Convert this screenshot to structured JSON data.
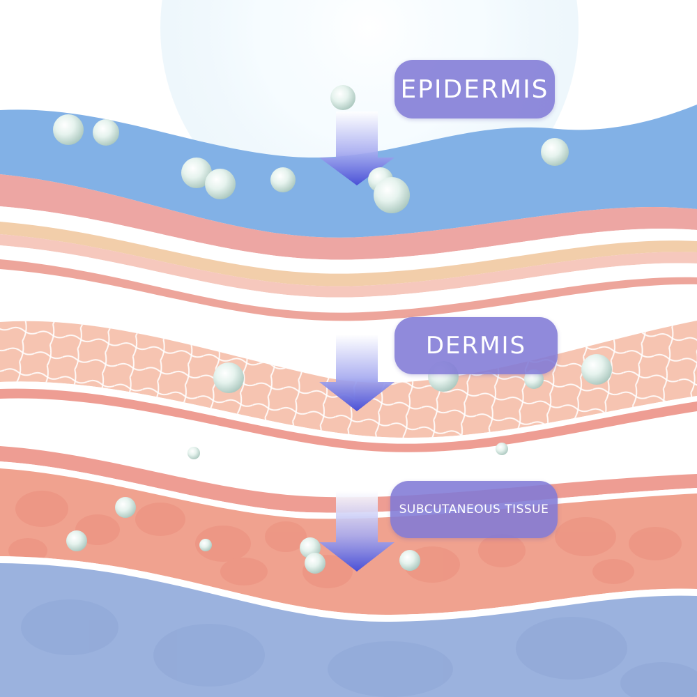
{
  "labels": {
    "epidermis": "EPIDERMIS",
    "dermis": "DERMIS",
    "subcutaneous": "SUBCUTANEOUS TISSUE"
  },
  "colors": {
    "epidermis_blue": "#82b1e6",
    "dermis_pink": "#f4b9a6",
    "fat_salmon": "#f0a28f",
    "deep_blue": "#9bb2de",
    "label_purple": "#817ad6",
    "arrow_blue": "#4b52d8"
  }
}
